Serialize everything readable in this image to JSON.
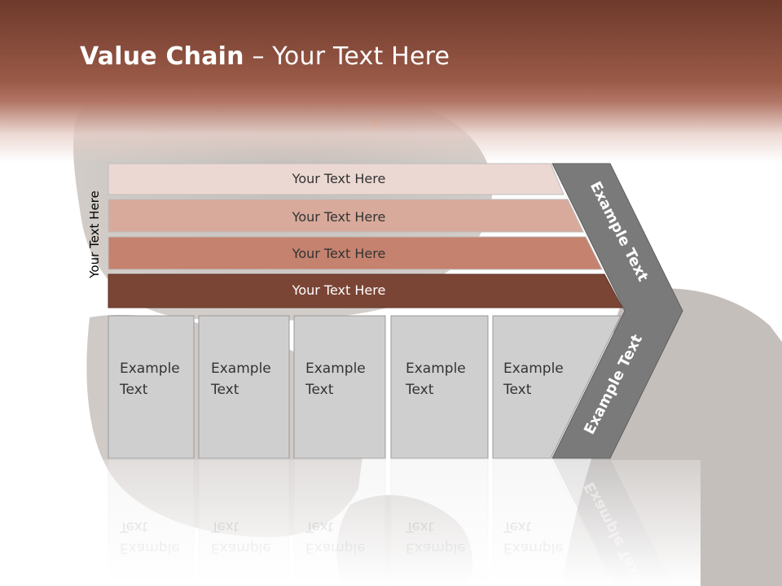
{
  "slide": {
    "title_bold": "Value Chain",
    "title_rest": " – Your Text Here"
  },
  "side_label": "Your Text Here",
  "bars": [
    {
      "label": "Your Text Here",
      "color": "#ecd8d2"
    },
    {
      "label": "Your Text Here",
      "color": "#d8aa9b"
    },
    {
      "label": "Your Text Here",
      "color": "#c5826e"
    },
    {
      "label": "Your Text Here",
      "color": "#7b4535"
    }
  ],
  "boxes": [
    {
      "line1": "Example",
      "line2": "Text"
    },
    {
      "line1": "Example",
      "line2": "Text"
    },
    {
      "line1": "Example",
      "line2": "Text"
    },
    {
      "line1": "Example",
      "line2": "Text"
    },
    {
      "line1": "Example",
      "line2": "Text"
    }
  ],
  "chevron": {
    "upper_label": "Example Text",
    "lower_label": "Example Text",
    "color": "#7a7a7a"
  },
  "colors": {
    "header": "#8a4c3c",
    "box_fill": "#cfcfcf"
  }
}
